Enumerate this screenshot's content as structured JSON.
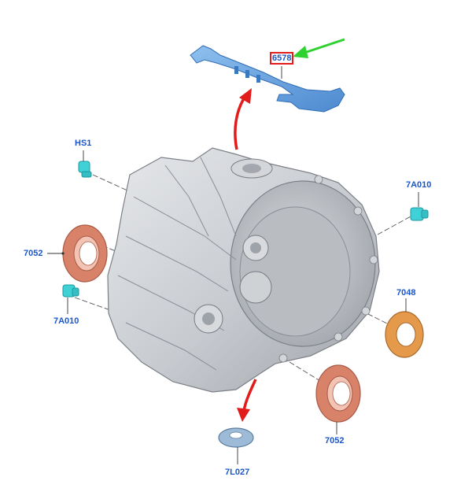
{
  "diagram": {
    "labels": {
      "main_rail": "6578",
      "bolt_top": "HS1",
      "plug_right": "7A010",
      "seal_left": "7052",
      "plug_left": "7A010",
      "washer_right": "7048",
      "seal_bottom": "7052",
      "washer_bottom": "7L027"
    },
    "colors": {
      "label_text": "#1a56c8",
      "part_blue": "#6aa2dc",
      "fitting_cyan": "#3fd1d6",
      "seal_copper": "#d9826a",
      "washer_orange": "#e49a4a",
      "washer_grey_blue": "#9dbad6",
      "arrow_red": "#e21b1b",
      "arrow_green": "#2ed12e",
      "housing_grey": "#c9ccd0"
    }
  }
}
